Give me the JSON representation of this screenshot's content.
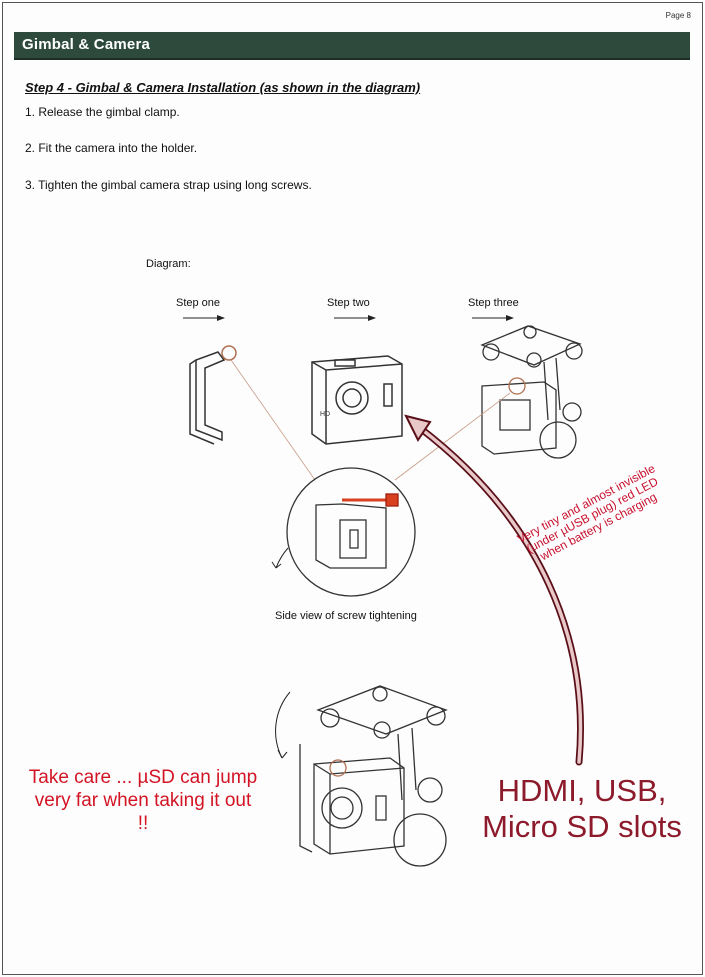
{
  "page": {
    "number": "Page 8"
  },
  "header": {
    "title": "Gimbal & Camera"
  },
  "step": {
    "heading": "Step 4 - Gimbal & Camera Installation (as shown in the diagram)",
    "instructions": [
      "1. Release the gimbal clamp.",
      "2. Fit the camera into the holder.",
      "3. Tighten the gimbal camera strap using long screws."
    ]
  },
  "diagram": {
    "label": "Diagram:",
    "steps": [
      "Step one",
      "Step two",
      "Step three"
    ],
    "caption": "Side view of screw tightening"
  },
  "annotations": {
    "led_note": "Very tiny and almost invisible (under µUSB plug) red LED when battery is charging",
    "warning": "Take care ... µSD can jump very far when taking it out !!",
    "slots": "HDMI, USB, Micro SD slots"
  },
  "colors": {
    "header_bg": "#2d4a3d",
    "annotation_red": "#d21424",
    "arrow_maroon": "#8c1a2b"
  }
}
